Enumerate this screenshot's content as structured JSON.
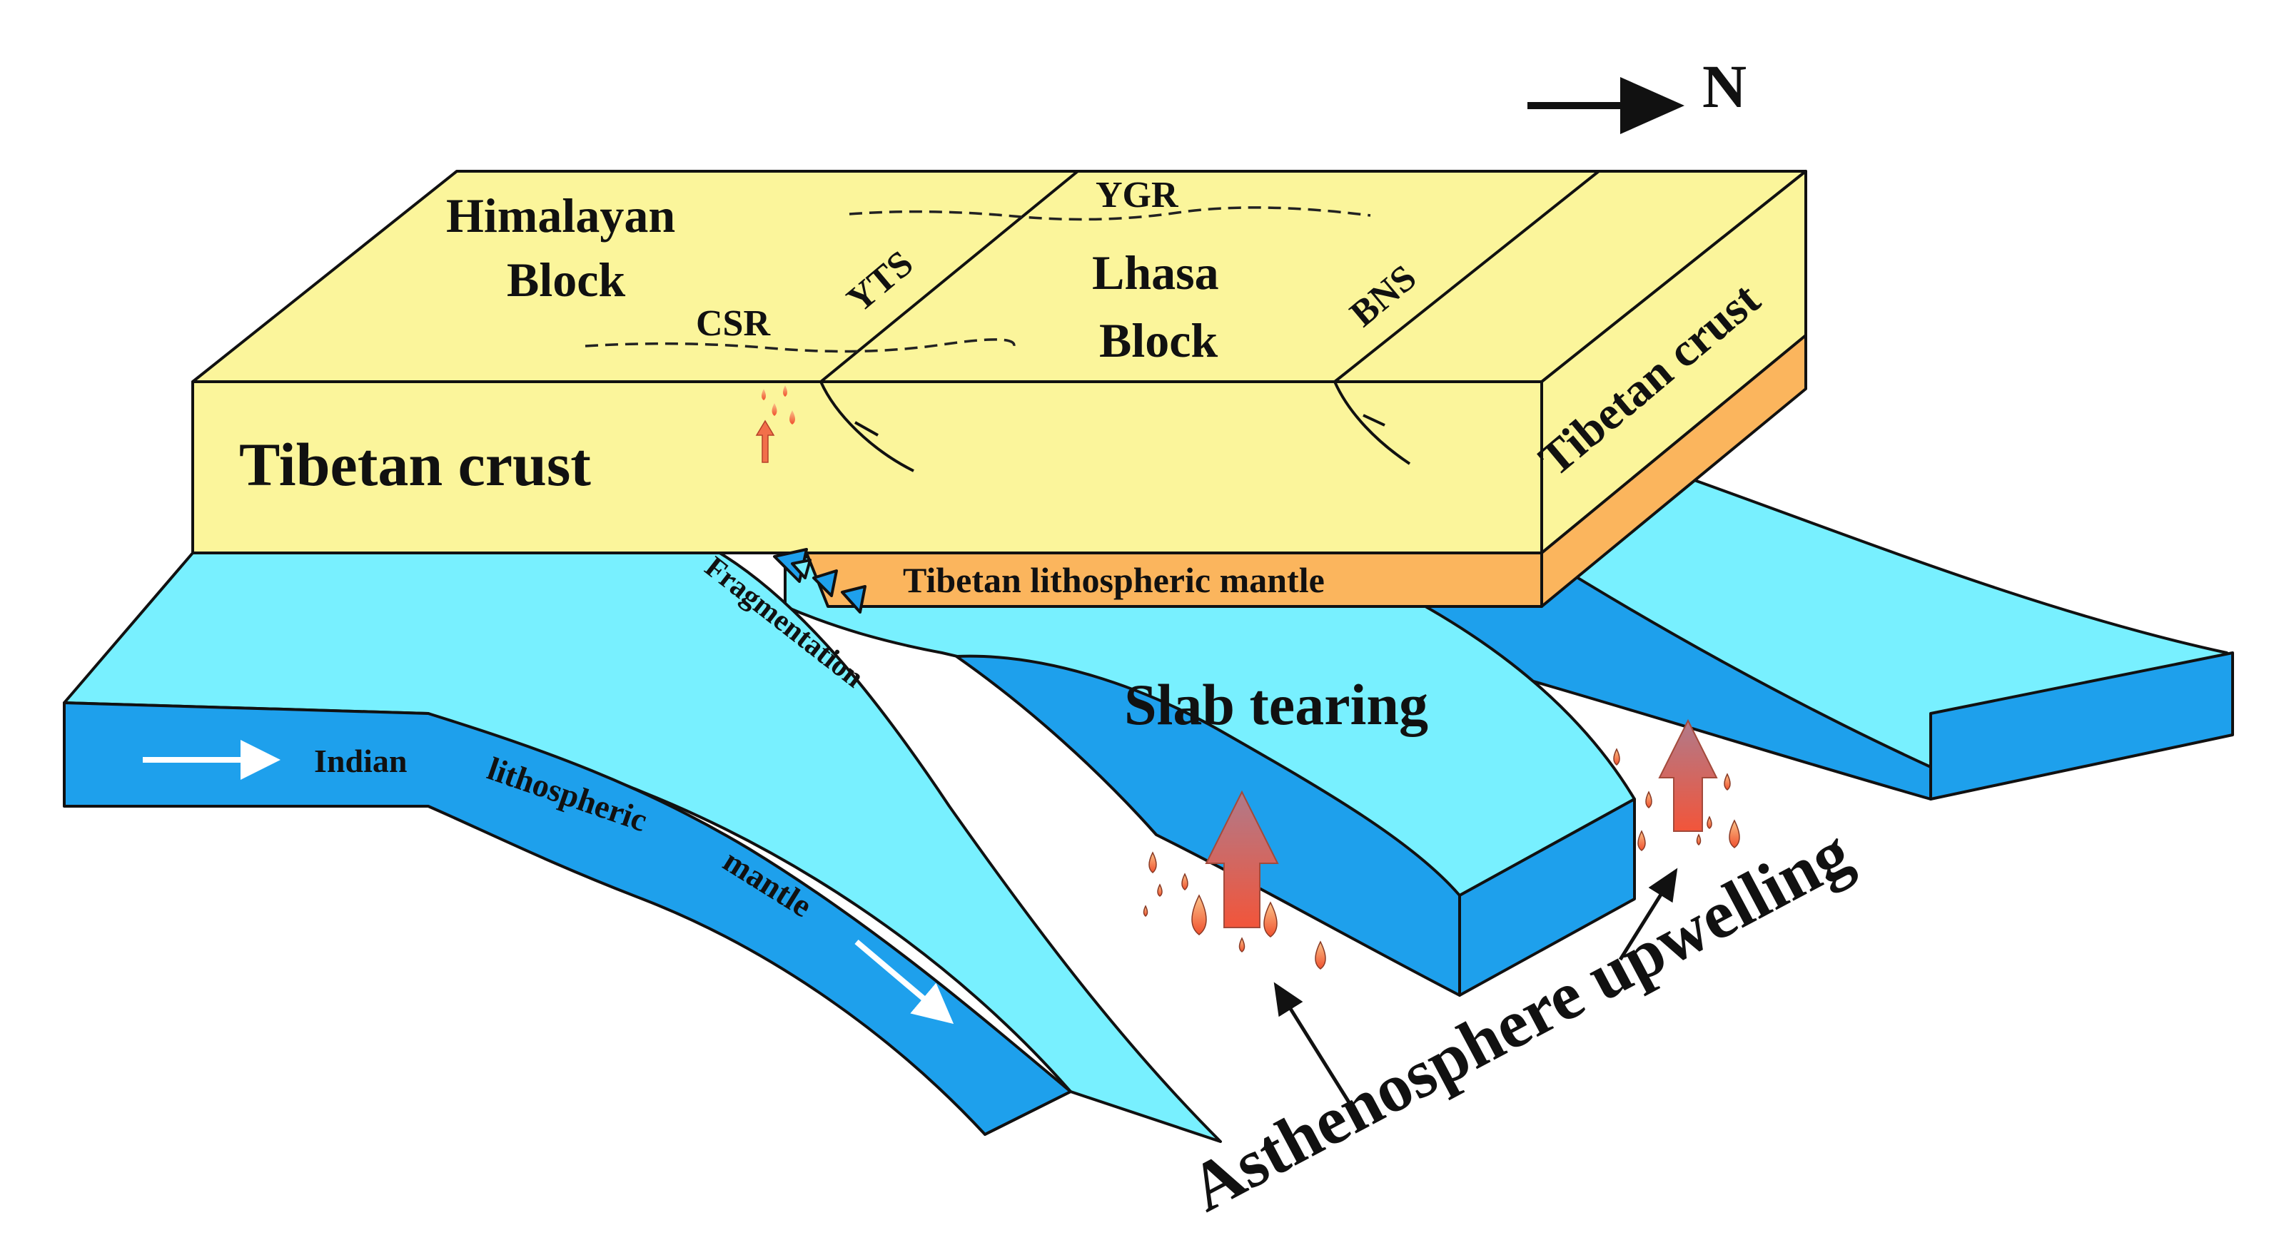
{
  "north": {
    "label": "N"
  },
  "crust_top_labels": {
    "himalayan_block_line1": "Himalayan",
    "himalayan_block_line2": "Block",
    "lhasa_block_line1": "Lhasa",
    "lhasa_block_line2": "Block",
    "ygr": "YGR",
    "csr": "CSR",
    "yts": "YTS",
    "bns": "BNS"
  },
  "crust": {
    "front_label": "Tibetan crust",
    "side_label": "Tibetan crust",
    "mantle_label": "Tibetan lithospheric mantle"
  },
  "slab": {
    "fragmentation": "Fragmentation",
    "tearing": "Slab tearing",
    "indian": "Indian",
    "lithospheric": "lithospheric",
    "mantle": "mantle"
  },
  "asthenosphere": {
    "label": "Asthenosphere upwelling"
  },
  "colors": {
    "crust": "#fbf59b",
    "tibetan_mantle": "#fbb55d",
    "slab_top": "#78f0ff",
    "slab_side": "#1ea0ec",
    "melt": "#f46a3c"
  }
}
